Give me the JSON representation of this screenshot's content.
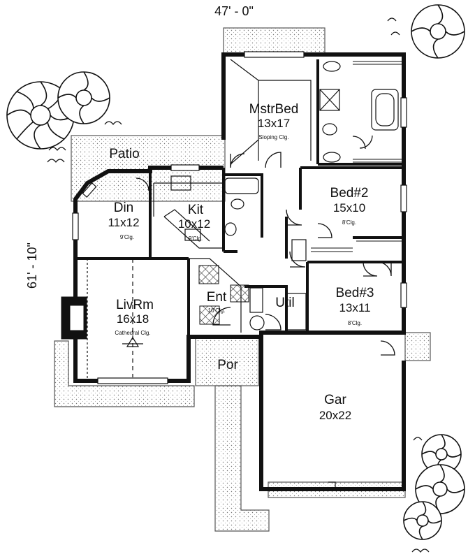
{
  "dimensions": {
    "width_label": "47' - 0\"",
    "depth_label": "61' - 10\""
  },
  "rooms": {
    "mstr_bed": {
      "name": "MstrBed",
      "size": "13x17",
      "note": "Sloping Clg."
    },
    "bed2": {
      "name": "Bed#2",
      "size": "15x10",
      "note": "8'Clg."
    },
    "bed3": {
      "name": "Bed#3",
      "size": "13x11",
      "note": "8'Clg."
    },
    "din": {
      "name": "Din",
      "size": "11x12",
      "note": "9'Clg."
    },
    "kit": {
      "name": "Kit",
      "size": "10x12",
      "note": "9'Clg."
    },
    "liv": {
      "name": "LivRm",
      "size": "16x18",
      "note": "Cathedral Clg."
    },
    "ent": {
      "name": "Ent",
      "note": "10'Clg."
    },
    "util": {
      "name": "Util"
    },
    "patio": {
      "name": "Patio"
    },
    "por": {
      "name": "Por"
    },
    "gar": {
      "name": "Gar",
      "size": "20x22"
    }
  },
  "colors": {
    "wall": "#111111",
    "hatch": "#555555",
    "background": "#ffffff"
  }
}
